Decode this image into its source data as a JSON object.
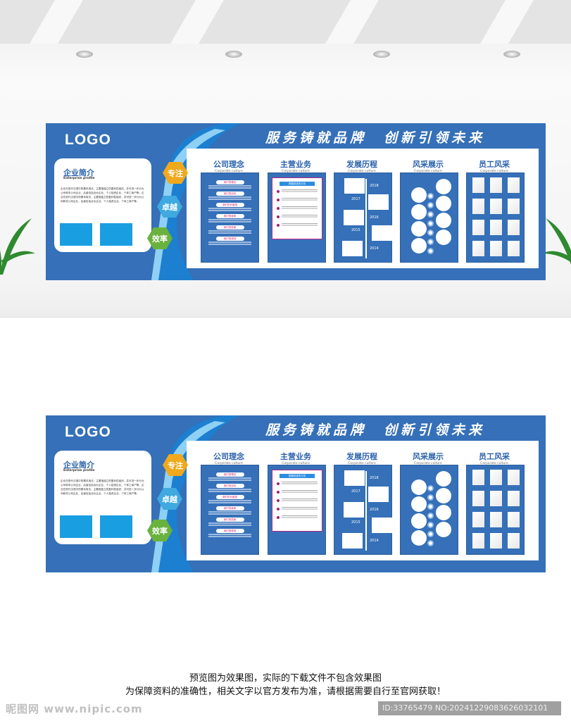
{
  "board": {
    "logo": "LOGO",
    "headline": "服务铸就品牌　创新引领未来",
    "intro": {
      "title": "企业简介",
      "subtitle": "Enterprise profile",
      "text": "企业在现代汉语中的基本用法，主要指独立的盈利性组织，并可进一步分为公司和非公司企业，后者包括合伙企业、个人独资企业、个体工商户等。企业在现代汉语中的基本用法，主要指独立的盈利性组织，并可进一步分为公司和非公司企业，后者包括合伙企业、个人独资企业、个体工商户等。"
    },
    "values": [
      {
        "label": "专注",
        "color": "#f0a81c"
      },
      {
        "label": "卓越",
        "color": "#3fa9e0"
      },
      {
        "label": "效率",
        "color": "#6ab23e"
      }
    ],
    "sections": [
      {
        "title": "公司理念",
        "subtitle": "Corporate culture"
      },
      {
        "title": "主营业务",
        "subtitle": "Corporate culture"
      },
      {
        "title": "发展历程",
        "subtitle": "Corporate culture"
      },
      {
        "title": "风采展示",
        "subtitle": "Corporate culture"
      },
      {
        "title": "员工风采",
        "subtitle": "Corporate culture"
      }
    ],
    "concept_pills": [
      "我们的理念",
      "我们的目标",
      "我们的价值观",
      "我们的使命",
      "我们的愿景",
      "我们的原则"
    ],
    "business_caption": "把握前进的方向",
    "years": [
      "2018",
      "2017",
      "2016",
      "2015",
      "2014"
    ]
  },
  "notice": {
    "line1": "预览图为效果图，实际的下载文件不包含效果图",
    "line2": "为保障资料的准确性，相关文字以官方发布为准，请根据需要自行至官网获取！"
  },
  "watermark": {
    "site": "昵图网 www.nipic.com",
    "id": "ID:33765479 NO:20241229083626032101"
  },
  "colors": {
    "brand": "#3570b8",
    "accent": "#1a9ee2"
  }
}
